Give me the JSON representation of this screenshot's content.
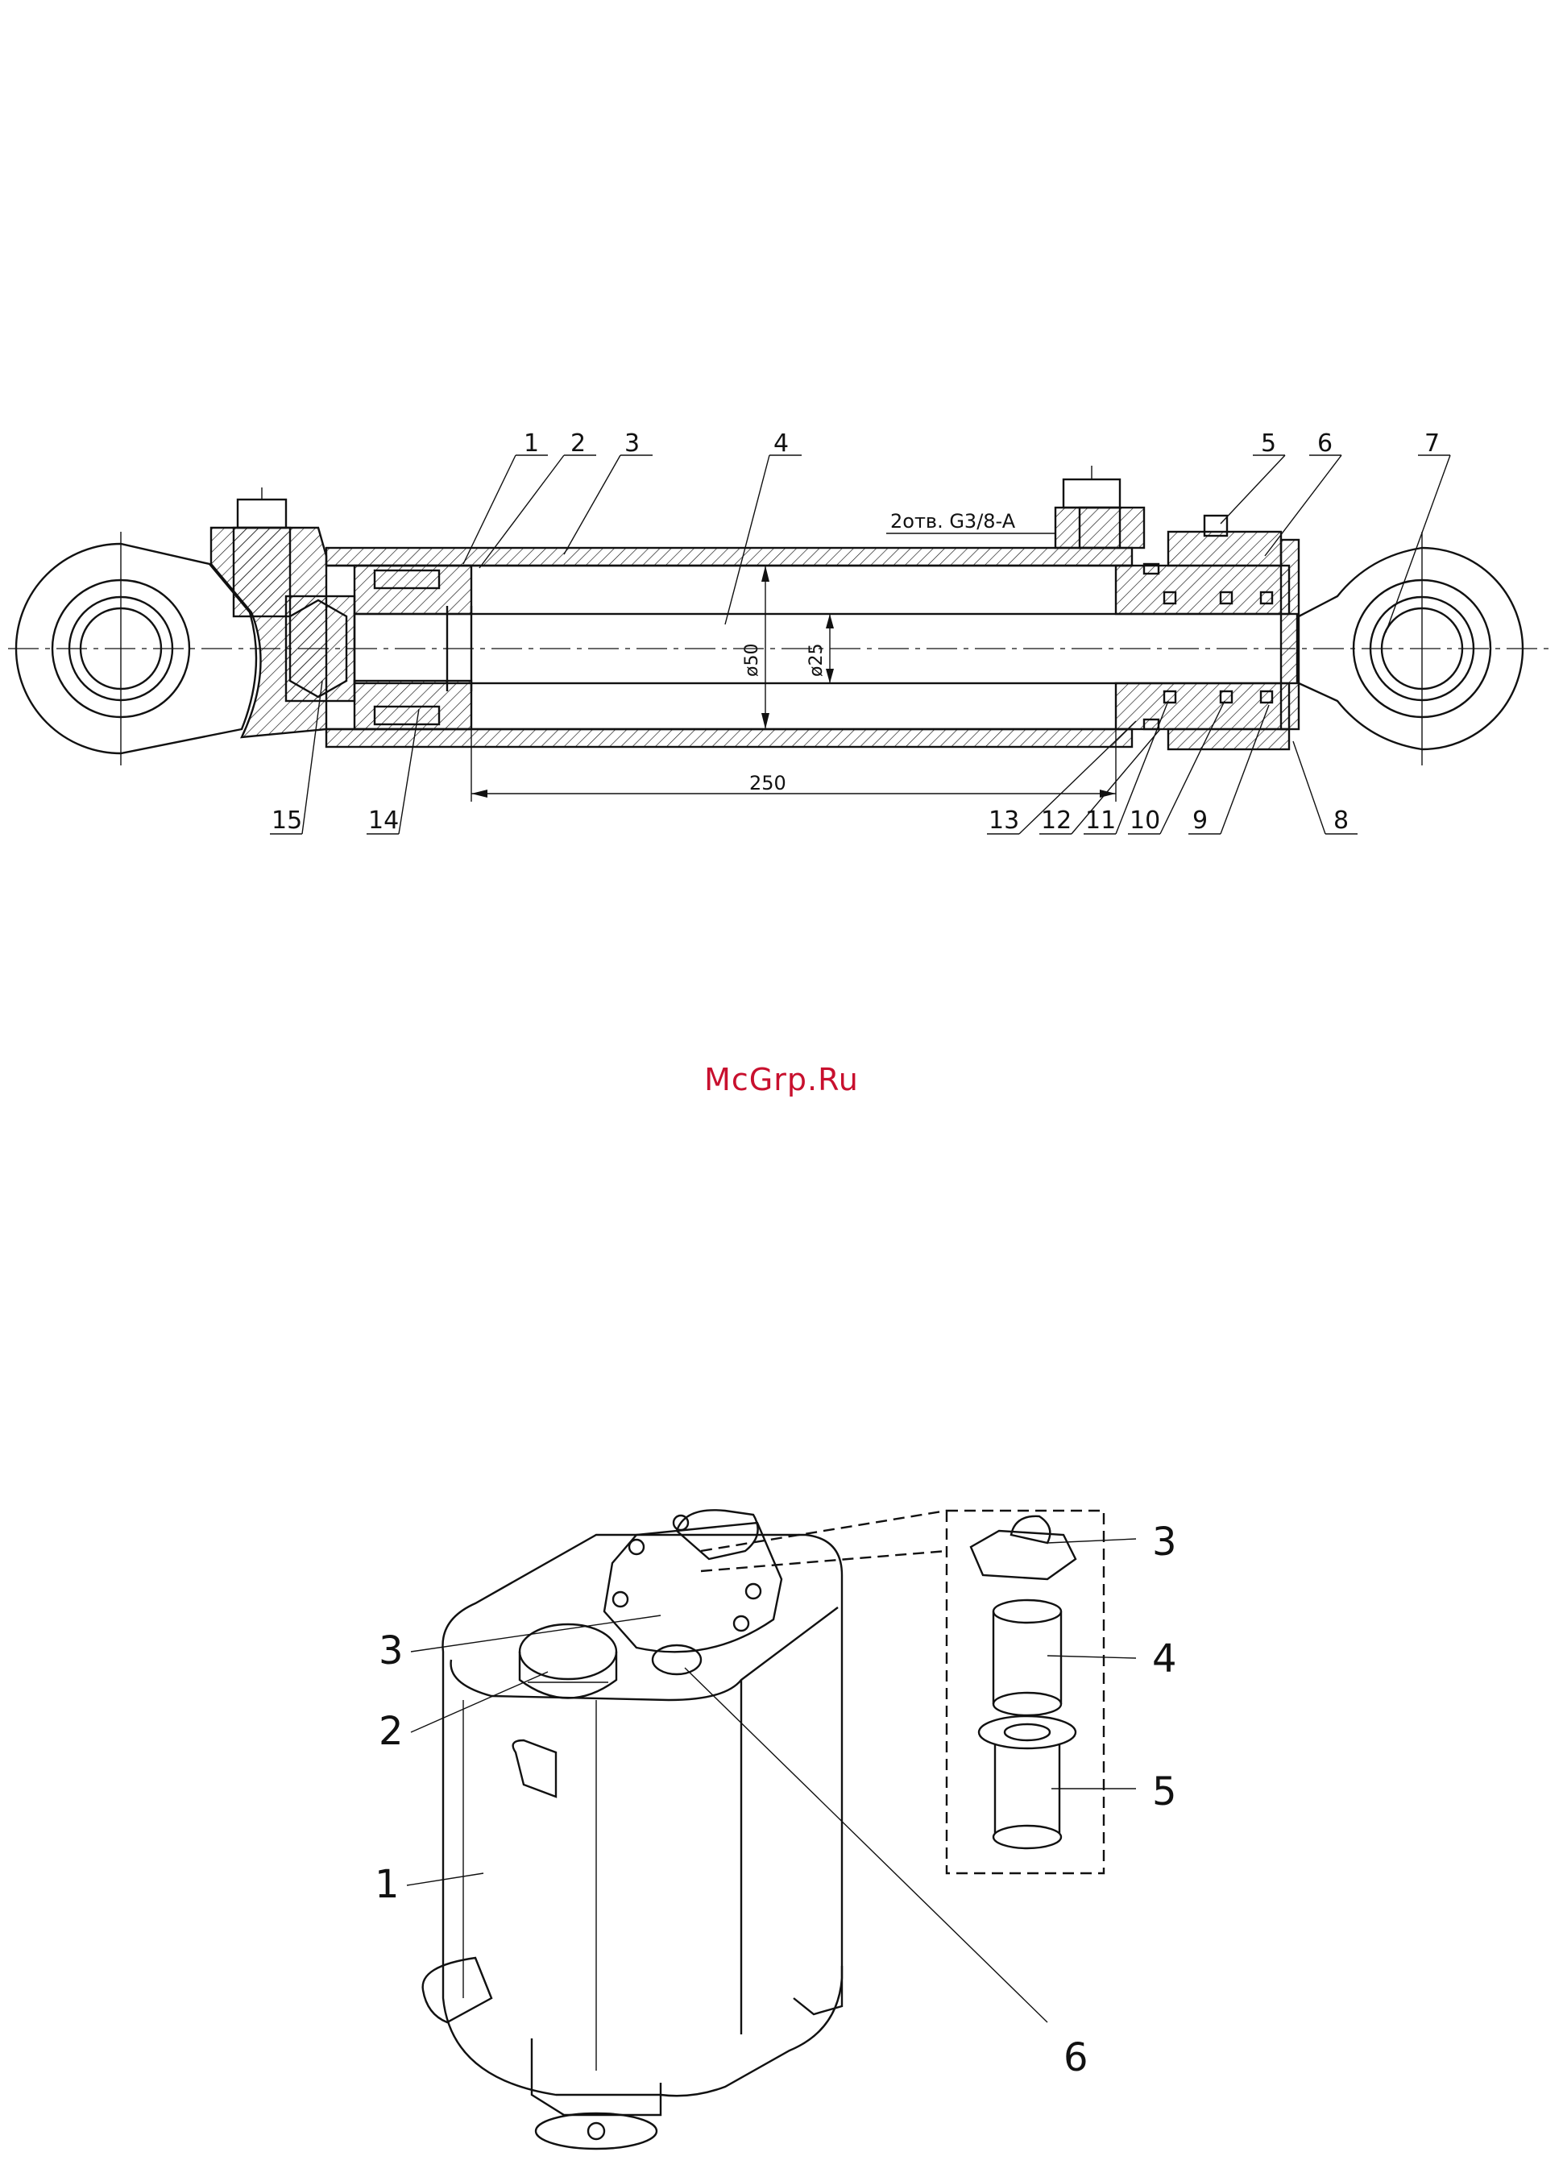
{
  "watermark": "McGrp.Ru",
  "cylinder": {
    "port_note": "2отв. G3/8-A",
    "dim_stroke": "250",
    "dim_bore": "ø50",
    "dim_rod": "ø25",
    "callouts_top": [
      "1",
      "2",
      "3",
      "4",
      "5",
      "6",
      "7"
    ],
    "callouts_bottom": [
      "15",
      "14",
      "13",
      "12",
      "11",
      "10",
      "9",
      "8"
    ]
  },
  "tank": {
    "callouts_left": [
      "3",
      "2",
      "1"
    ],
    "callouts_right": [
      "3",
      "4",
      "5"
    ],
    "callout_bottom": "6"
  },
  "colors": {
    "ink": "#111111",
    "watermark": "#c8102e"
  }
}
